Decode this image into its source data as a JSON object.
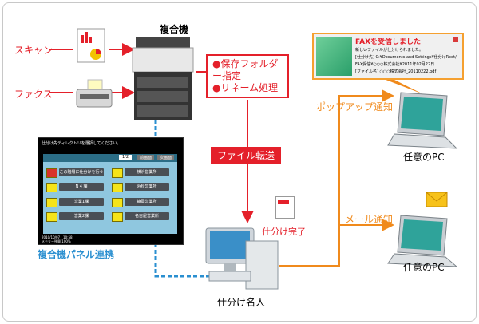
{
  "mfp": {
    "title": "複合機"
  },
  "inputs": {
    "scan": "スキャン",
    "fax": "ファクス"
  },
  "process_box": {
    "items": [
      "●保存フォルダー指定",
      "●リネーム処理"
    ]
  },
  "transfer_label": "ファイル転送",
  "panel": {
    "caption": "複合機パネル連携",
    "header": "仕分け先ディレクトリを選択してください。",
    "page": "1/2",
    "prev": "前画面",
    "next": "次画面",
    "folders": [
      "この階層に仕分けを行う",
      "横浜営業所",
      "N 4 課",
      "浜松営業所",
      "営業1課",
      "静岡営業所",
      "営業2課",
      "名古屋営業所"
    ],
    "footer_date": "2010/10/07　10:58",
    "footer_mem": "メモリー残量 100%"
  },
  "sorter": {
    "label": "仕分け名人",
    "callout": "仕分け完了"
  },
  "notify": {
    "popup_label": "ポップアップ通知",
    "mail_label": "メール通知",
    "pc_label": "任意のPC"
  },
  "popup": {
    "title": "FAXを受信しました",
    "line1": "新しいファイルが仕分けられました。",
    "line2": "[仕分け先] C:¥Documents and Settings¥仕分けRoot/",
    "line3": "FAX受信¥○○○株式会社¥2011年02月22日",
    "line4": "[ファイル名] ○○○株式会社_20110222.pdf"
  },
  "colors": {
    "red": "#e4202a",
    "orange": "#f08a1c",
    "blue": "#2a8fd0"
  }
}
